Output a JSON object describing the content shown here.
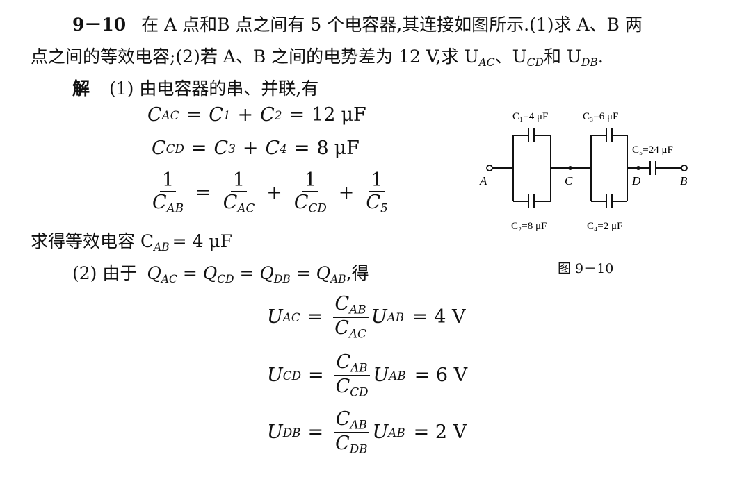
{
  "problem": {
    "number": "9－10",
    "line1": "在 A 点和B 点之间有 5 个电容器,其连接如图所示.(1)求 A、B 两",
    "line2_pre": "点之间的等效电容;(2)若 A、B 之间的电势差为 12 V,求 U",
    "sub_ac": "AC",
    "sep1": "、U",
    "sub_cd": "CD",
    "sep2": "和 U",
    "sub_db": "DB",
    "end": "."
  },
  "solution": {
    "label": "解",
    "part1_intro": "(1) 由电容器的串、并联,有",
    "eq1": {
      "lhs": "C",
      "lhs_sub": "AC",
      "t1": "C",
      "t1_sub": "1",
      "t2": "C",
      "t2_sub": "2",
      "value": "12",
      "unit": "μF"
    },
    "eq2": {
      "lhs": "C",
      "lhs_sub": "CD",
      "t1": "C",
      "t1_sub": "3",
      "t2": "C",
      "t2_sub": "4",
      "value": "8",
      "unit": "μF"
    },
    "eq3": {
      "one": "1",
      "lhs_sub": "AB",
      "s1": "AC",
      "s2": "CD",
      "s3": "5"
    },
    "result1_pre": "求得等效电容 C",
    "result1_sub": "AB",
    "result1_post": "= 4 μF",
    "part2_intro": "(2) 由于",
    "part2_chain": {
      "q": "Q",
      "s1": "AC",
      "s2": "CD",
      "s3": "DB",
      "s4": "AB",
      "tail": ",得"
    },
    "u_eqs": [
      {
        "u": "U",
        "lhs_sub": "AC",
        "num_sub": "AB",
        "den_sub": "AC",
        "rhs_sub": "AB",
        "result": "= 4 V"
      },
      {
        "u": "U",
        "lhs_sub": "CD",
        "num_sub": "AB",
        "den_sub": "CD",
        "rhs_sub": "AB",
        "result": "= 6 V"
      },
      {
        "u": "U",
        "lhs_sub": "DB",
        "num_sub": "AB",
        "den_sub": "DB",
        "rhs_sub": "AB",
        "result": "= 2 V"
      }
    ]
  },
  "figure": {
    "c1_label": "C₁=4 μF",
    "c2_label": "C₂=8 μF",
    "c3_label": "C₃=6 μF",
    "c4_label": "C₄=2 μF",
    "c5_label": "C₅=24 μF",
    "node_a": "A",
    "node_b": "B",
    "node_c": "C",
    "node_d": "D",
    "caption": "图 9－10"
  }
}
